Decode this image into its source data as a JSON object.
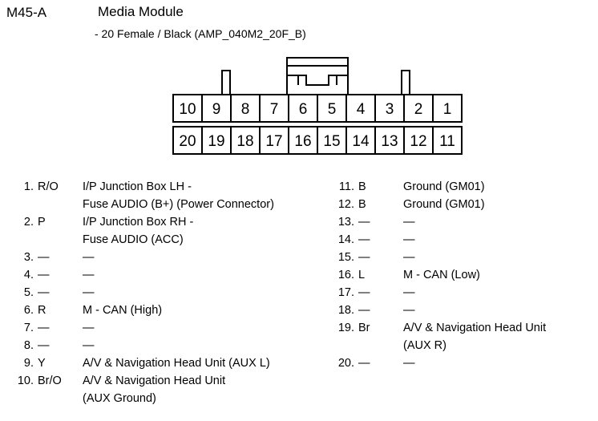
{
  "header": {
    "module_code": "M45-A",
    "title": "Media Module",
    "subtitle": "- 20 Female / Black (AMP_040M2_20F_B)"
  },
  "connector": {
    "name": "AMP_040M2_20F_B",
    "type": "20-way female connector, black",
    "rows": [
      {
        "row": "top",
        "pins": [
          "10",
          "9",
          "8",
          "7",
          "6",
          "5",
          "4",
          "3",
          "2",
          "1"
        ]
      },
      {
        "row": "bottom",
        "pins": [
          "20",
          "19",
          "18",
          "17",
          "16",
          "15",
          "14",
          "13",
          "12",
          "11"
        ]
      }
    ],
    "features": {
      "left_tab": "alignment-key",
      "right_tab": "alignment-key",
      "center_latch": "locking-latch"
    },
    "stroke_color": "#000000"
  },
  "pins": {
    "left": [
      {
        "num": "1.",
        "color": "R/O",
        "desc": "I/P Junction Box LH -\nFuse AUDIO (B+) (Power Connector)"
      },
      {
        "num": "2.",
        "color": "P",
        "desc": "I/P Junction Box RH -\nFuse AUDIO (ACC)"
      },
      {
        "num": "3.",
        "color": "—",
        "desc": "—"
      },
      {
        "num": "4.",
        "color": "—",
        "desc": "—"
      },
      {
        "num": "5.",
        "color": "—",
        "desc": "—"
      },
      {
        "num": "6.",
        "color": "R",
        "desc": "M - CAN (High)"
      },
      {
        "num": "7.",
        "color": "—",
        "desc": "—"
      },
      {
        "num": "8.",
        "color": "—",
        "desc": "—"
      },
      {
        "num": "9.",
        "color": "Y",
        "desc": "A/V & Navigation Head Unit (AUX L)"
      },
      {
        "num": "10.",
        "color": "Br/O",
        "desc": "A/V & Navigation Head Unit\n(AUX Ground)"
      }
    ],
    "right": [
      {
        "num": "11.",
        "color": "B",
        "desc": "Ground (GM01)"
      },
      {
        "num": "12.",
        "color": "B",
        "desc": "Ground (GM01)"
      },
      {
        "num": "13.",
        "color": "—",
        "desc": "—"
      },
      {
        "num": "14.",
        "color": "—",
        "desc": "—"
      },
      {
        "num": "15.",
        "color": "—",
        "desc": "—"
      },
      {
        "num": "16.",
        "color": "L",
        "desc": "M - CAN (Low)"
      },
      {
        "num": "17.",
        "color": "—",
        "desc": "—"
      },
      {
        "num": "18.",
        "color": "—",
        "desc": "—"
      },
      {
        "num": "19.",
        "color": "Br",
        "desc": "A/V & Navigation Head Unit\n(AUX R)"
      },
      {
        "num": "20.",
        "color": "—",
        "desc": "—"
      }
    ]
  }
}
